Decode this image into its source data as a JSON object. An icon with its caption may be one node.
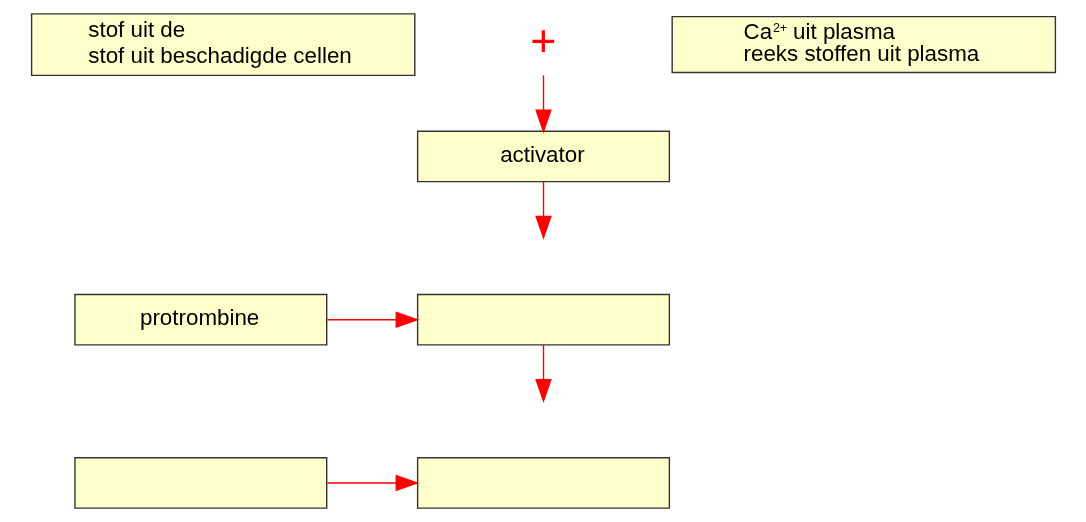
{
  "diagram": {
    "nodes": [
      {
        "text": [
          "stof uit de",
          "stof uit beschadigde cellen"
        ]
      },
      {
        "text": [
          "+"
        ]
      },
      {
        "text": [
          "Ca$^{2+}$  uit plasma",
          "reeks stoffen uit plasma"
        ]
      },
      {
        "text": [
          "activator"
        ]
      },
      {
        "text": [
          "protrombine"
        ]
      },
      {
        "text": [],
        "shape": "box"
      },
      {
        "text": [],
        "shape": "box"
      },
      {
        "text": [],
        "shape": "box"
      }
    ],
    "edges": [
      {
        "from": 1,
        "to": 3,
        "arrow": "to"
      },
      {
        "from": 3,
        "to": null,
        "arrow": "to"
      },
      {
        "from": 4,
        "to": 5,
        "arrow": "to"
      },
      {
        "from": 5,
        "to": null,
        "arrow": "to"
      },
      {
        "from": 6,
        "to": 7,
        "arrow": "to"
      }
    ]
  }
}
